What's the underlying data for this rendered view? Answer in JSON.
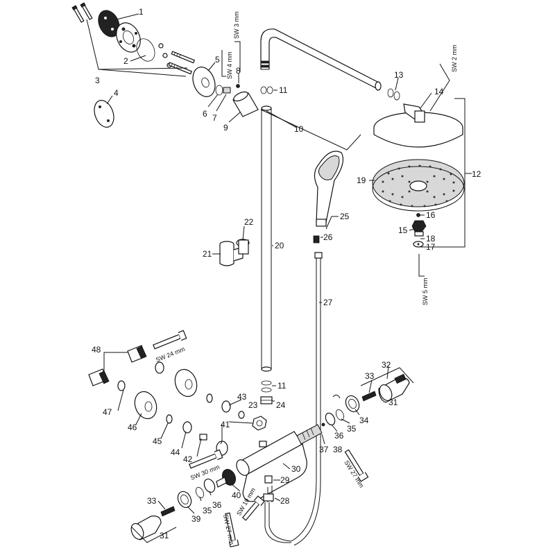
{
  "diagram": {
    "part_numbers": [
      "1",
      "2",
      "3",
      "4",
      "5",
      "6",
      "7",
      "8",
      "9",
      "10",
      "11",
      "12",
      "13",
      "14",
      "15",
      "16",
      "17",
      "18",
      "19",
      "20",
      "21",
      "22",
      "23",
      "24",
      "25",
      "26",
      "27",
      "28",
      "29",
      "30",
      "31",
      "32",
      "33",
      "34",
      "35",
      "36",
      "37",
      "38",
      "39",
      "40",
      "41",
      "42",
      "43",
      "44",
      "45",
      "46",
      "47",
      "48"
    ],
    "labels": [
      {
        "id": "n1",
        "text": "1"
      },
      {
        "id": "n2",
        "text": "2"
      },
      {
        "id": "n3",
        "text": "3"
      },
      {
        "id": "n4",
        "text": "4"
      },
      {
        "id": "n5",
        "text": "5"
      },
      {
        "id": "n6",
        "text": "6"
      },
      {
        "id": "n7",
        "text": "7"
      },
      {
        "id": "n8",
        "text": "8"
      },
      {
        "id": "n9",
        "text": "9"
      },
      {
        "id": "n10",
        "text": "10"
      },
      {
        "id": "n11a",
        "text": "11"
      },
      {
        "id": "n11b",
        "text": "11"
      },
      {
        "id": "n12",
        "text": "12"
      },
      {
        "id": "n13",
        "text": "13"
      },
      {
        "id": "n14",
        "text": "14"
      },
      {
        "id": "n15",
        "text": "15"
      },
      {
        "id": "n16",
        "text": "16"
      },
      {
        "id": "n17",
        "text": "17"
      },
      {
        "id": "n18",
        "text": "18"
      },
      {
        "id": "n19",
        "text": "19"
      },
      {
        "id": "n20",
        "text": "20"
      },
      {
        "id": "n21",
        "text": "21"
      },
      {
        "id": "n22",
        "text": "22"
      },
      {
        "id": "n23",
        "text": "23"
      },
      {
        "id": "n24",
        "text": "24"
      },
      {
        "id": "n25",
        "text": "25"
      },
      {
        "id": "n26",
        "text": "26"
      },
      {
        "id": "n27",
        "text": "27"
      },
      {
        "id": "n28",
        "text": "28"
      },
      {
        "id": "n29",
        "text": "29"
      },
      {
        "id": "n30",
        "text": "30"
      },
      {
        "id": "n31a",
        "text": "31"
      },
      {
        "id": "n31b",
        "text": "31"
      },
      {
        "id": "n32",
        "text": "32"
      },
      {
        "id": "n33a",
        "text": "33"
      },
      {
        "id": "n33b",
        "text": "33"
      },
      {
        "id": "n34",
        "text": "34"
      },
      {
        "id": "n35a",
        "text": "35"
      },
      {
        "id": "n35b",
        "text": "35"
      },
      {
        "id": "n36a",
        "text": "36"
      },
      {
        "id": "n36b",
        "text": "36"
      },
      {
        "id": "n37",
        "text": "37"
      },
      {
        "id": "n38",
        "text": "38"
      },
      {
        "id": "n39",
        "text": "39"
      },
      {
        "id": "n40",
        "text": "40"
      },
      {
        "id": "n41",
        "text": "41"
      },
      {
        "id": "n42",
        "text": "42"
      },
      {
        "id": "n43",
        "text": "43"
      },
      {
        "id": "n44",
        "text": "44"
      },
      {
        "id": "n45",
        "text": "45"
      },
      {
        "id": "n46",
        "text": "46"
      },
      {
        "id": "n47",
        "text": "47"
      },
      {
        "id": "n48",
        "text": "48"
      }
    ],
    "tool_sizes": {
      "sw3": "SW 3 mm",
      "sw4": "SW 4 mm",
      "sw2": "SW 2 mm",
      "sw5": "SW 5 mm",
      "sw24": "SW 24 mm",
      "sw30": "SW 30 mm",
      "sw27a": "SW 27 mm",
      "sw27b": "SW 27 mm",
      "sw19": "SW 19 mm"
    }
  }
}
